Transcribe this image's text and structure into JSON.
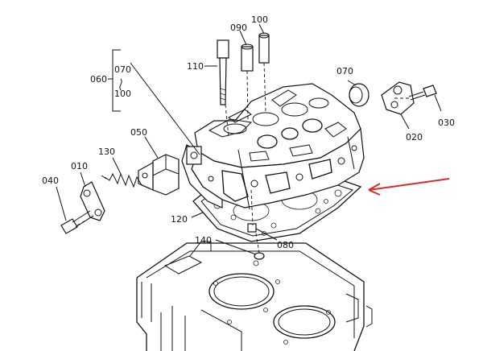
{
  "labels": {
    "p010": "010",
    "p020": "020",
    "p030": "030",
    "p040": "040",
    "p050": "050",
    "p060": "060",
    "p070a": "070",
    "p070b": "070",
    "p080": "080",
    "p090": "090",
    "p100a": "100",
    "p100b": "100",
    "p110": "110",
    "p120": "120",
    "p130": "130",
    "p140": "140"
  },
  "colors": {
    "line": "#111111",
    "arrow": "#d92b2b",
    "background": "#ffffff"
  }
}
